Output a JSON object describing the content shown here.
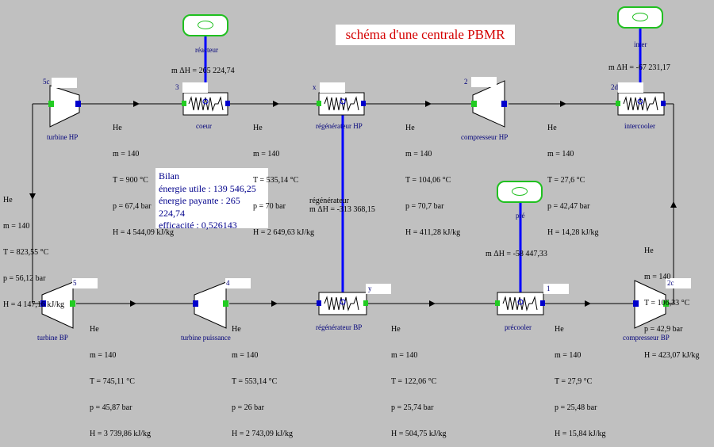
{
  "title": "schéma d'une centrale PBMR",
  "fluid": "He",
  "mass_flow": "m = 140",
  "bilan": {
    "heading": "Bilan",
    "energie_utile": "énergie utile : 139 546,25",
    "energie_payante": "énergie payante : 265 224,74",
    "efficacite": "efficacité : 0,526143"
  },
  "components": {
    "reacteur": "réacteur",
    "coeur": "coeur",
    "turbine_hp": "turbine HP",
    "regenerateur_hp": "régénérateur HP",
    "compresseur_hp": "compresseur HP",
    "intercooler": "intercooler",
    "inter": "inter",
    "turbine_bp": "turbine BP",
    "turbine_puissance": "turbine puissance",
    "regenerateur_bp": "régénérateur BP",
    "precooler": "précooler",
    "pre": "pré",
    "compresseur_bp": "compresseur BP",
    "regenerateur": "régénérateur"
  },
  "node_labels": {
    "n5c": "5c",
    "n3": "3",
    "nx": "x",
    "n2": "2",
    "n2d": "2d",
    "n5": "5",
    "n4": "4",
    "ny": "y",
    "n1": "1",
    "n2c": "2c"
  },
  "heat": {
    "reacteur": "m ΔH = 265 224,74",
    "inter": "m ΔH = -67 231,17",
    "regenerateur": "m ΔH = -313 368,15",
    "pre": "m ΔH = -58 447,33"
  },
  "states": {
    "s_top_turbine_hp": {
      "T": "T = 900 °C",
      "p": "p = 67,4 bar",
      "H": "H = 4 544,09 kJ/kg"
    },
    "s_top_coeur": {
      "T": "T = 535,14 °C",
      "p": "p = 70 bar",
      "H": "H = 2 649,63 kJ/kg"
    },
    "s_top_regen": {
      "T": "T = 104,06 °C",
      "p": "p = 70,7 bar",
      "H": "H = 411,28 kJ/kg"
    },
    "s_top_comp": {
      "T": "T = 27,6 °C",
      "p": "p = 42,47 bar",
      "H": "H = 14,28 kJ/kg"
    },
    "s_left": {
      "T": "T = 823,55 °C",
      "p": "p = 56,12 bar",
      "H": "H = 4 147,16 kJ/kg"
    },
    "s_right": {
      "T": "T = 106,33 °C",
      "p": "p = 42,9 bar",
      "H": "H = 423,07 kJ/kg"
    },
    "s_bot_turbine_bp": {
      "T": "T = 745,11 °C",
      "p": "p = 45,87 bar",
      "H": "H = 3 739,86 kJ/kg"
    },
    "s_bot_turbine_p": {
      "T": "T = 553,14 °C",
      "p": "p = 26 bar",
      "H": "H = 2 743,09 kJ/kg"
    },
    "s_bot_regen": {
      "T": "T = 122,06 °C",
      "p": "p = 25,74 bar",
      "H": "H = 504,75 kJ/kg"
    },
    "s_bot_pre": {
      "T": "T = 27,9 °C",
      "p": "p = 25,48 bar",
      "H": "H = 15,84 kJ/kg"
    }
  },
  "colors": {
    "background": "#c0c0c0",
    "pipe": "#000000",
    "heat_link": "#0000ff",
    "port_in": "#22cc22",
    "port_out": "#0000cc",
    "title": "#d40000",
    "cloud_border": "#20c020"
  }
}
